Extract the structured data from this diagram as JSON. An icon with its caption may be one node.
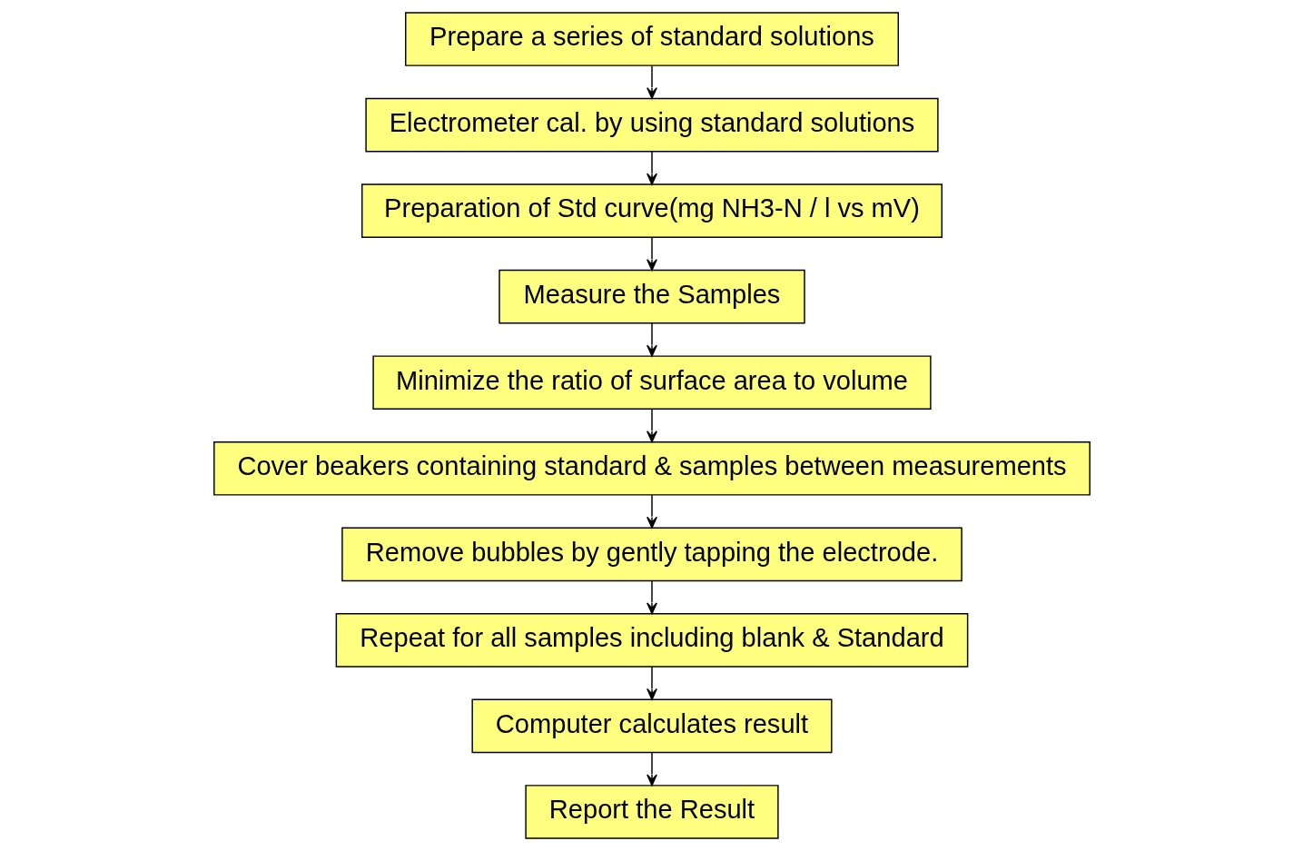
{
  "diagram": {
    "nodes": [
      {
        "text": [
          "Prepare a series of standard solutions"
        ]
      },
      {
        "text": [
          "Electrometer cal. by using standard solutions"
        ]
      },
      {
        "text": [
          "Preparation of Std curve(mg NH3-N / l vs mV)"
        ]
      },
      {
        "text": [
          "Measure the Samples"
        ]
      },
      {
        "text": [
          "Minimize the ratio of surface area to volume"
        ]
      },
      {
        "text": [
          "Cover beakers containing standard & samples between measurements"
        ]
      },
      {
        "text": [
          "Remove bubbles by gently tapping the electrode."
        ]
      },
      {
        "text": [
          "Repeat for all samples including blank & Standard"
        ]
      },
      {
        "text": [
          "Computer calculates result"
        ]
      },
      {
        "text": [
          "Report the Result"
        ]
      }
    ],
    "edges": [
      {
        "from": 0,
        "to": 1,
        "arrow": "to"
      },
      {
        "from": 1,
        "to": 2,
        "arrow": "to"
      },
      {
        "from": 2,
        "to": 3,
        "arrow": "to"
      },
      {
        "from": 3,
        "to": 4,
        "arrow": "to"
      },
      {
        "from": 4,
        "to": 5,
        "arrow": "to"
      },
      {
        "from": 5,
        "to": 6,
        "arrow": "to"
      },
      {
        "from": 6,
        "to": 7,
        "arrow": "to"
      },
      {
        "from": 7,
        "to": 8,
        "arrow": "to"
      },
      {
        "from": 8,
        "to": 9,
        "arrow": "to"
      }
    ]
  }
}
